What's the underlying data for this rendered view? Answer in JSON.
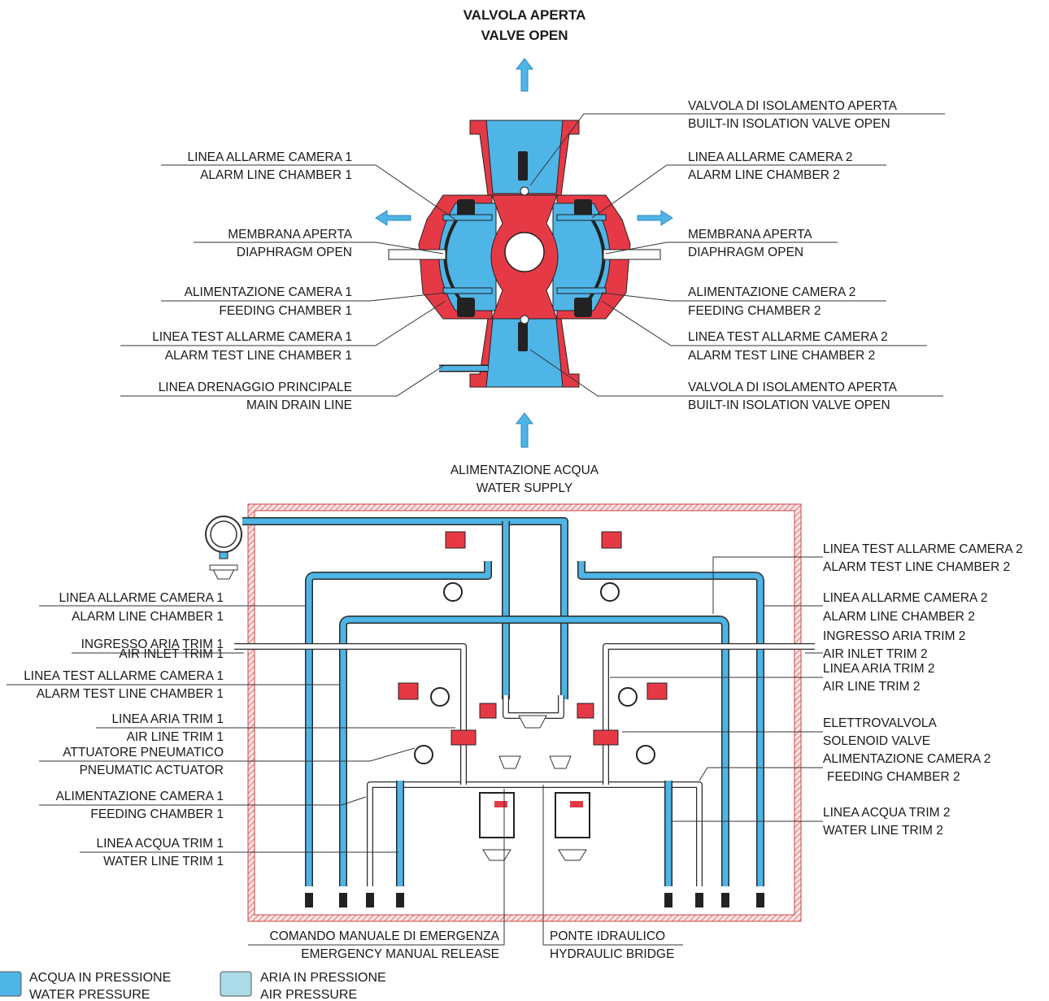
{
  "title": {
    "line1": "VALVOLA APERTA",
    "line2": "VALVE OPEN"
  },
  "supply": {
    "line1": "ALIMENTAZIONE ACQUA",
    "line2": "WATER SUPPLY"
  },
  "valve_labels": {
    "left": [
      {
        "it": "LINEA ALLARME CAMERA 1",
        "en": "ALARM LINE CHAMBER 1"
      },
      {
        "it": "MEMBRANA APERTA",
        "en": "DIAPHRAGM OPEN"
      },
      {
        "it": "ALIMENTAZIONE CAMERA 1",
        "en": "FEEDING CHAMBER 1"
      },
      {
        "it": "LINEA TEST ALLARME CAMERA 1",
        "en": "ALARM TEST LINE CHAMBER 1"
      },
      {
        "it": "LINEA DRENAGGIO PRINCIPALE",
        "en": "MAIN DRAIN LINE"
      }
    ],
    "right": [
      {
        "it": "VALVOLA DI ISOLAMENTO APERTA",
        "en": "BUILT-IN ISOLATION VALVE OPEN"
      },
      {
        "it": "LINEA ALLARME CAMERA 2",
        "en": "ALARM LINE CHAMBER 2"
      },
      {
        "it": "MEMBRANA APERTA",
        "en": "DIAPHRAGM OPEN"
      },
      {
        "it": "ALIMENTAZIONE CAMERA 2",
        "en": "FEEDING CHAMBER 2"
      },
      {
        "it": "LINEA TEST ALLARME CAMERA 2",
        "en": "ALARM TEST LINE CHAMBER 2"
      },
      {
        "it": "VALVOLA DI ISOLAMENTO APERTA",
        "en": "BUILT-IN ISOLATION VALVE OPEN"
      }
    ]
  },
  "trim_labels": {
    "left": [
      {
        "it": "LINEA ALLARME CAMERA 1",
        "en": "ALARM LINE CHAMBER 1"
      },
      {
        "it": "INGRESSO ARIA TRIM 1",
        "en": "AIR INLET TRIM 1"
      },
      {
        "it": "LINEA TEST ALLARME CAMERA 1",
        "en": "ALARM TEST LINE CHAMBER 1"
      },
      {
        "it": "LINEA ARIA TRIM 1",
        "en": "AIR LINE TRIM 1"
      },
      {
        "it": "ATTUATORE PNEUMATICO",
        "en": "PNEUMATIC ACTUATOR"
      },
      {
        "it": "ALIMENTAZIONE CAMERA 1",
        "en": "FEEDING CHAMBER 1"
      },
      {
        "it": "LINEA ACQUA TRIM 1",
        "en": "WATER LINE TRIM 1"
      }
    ],
    "right": [
      {
        "it": "LINEA TEST ALLARME CAMERA 2",
        "en": "ALARM TEST LINE CHAMBER 2"
      },
      {
        "it": "LINEA ALLARME CAMERA 2",
        "en": "ALARM LINE CHAMBER 2"
      },
      {
        "it": "INGRESSO ARIA TRIM 2",
        "en": "AIR INLET TRIM 2"
      },
      {
        "it": "LINEA ARIA TRIM 2",
        "en": "AIR LINE TRIM 2"
      },
      {
        "it": "ELETTROVALVOLA",
        "en": "SOLENOID VALVE"
      },
      {
        "it": "ALIMENTAZIONE CAMERA 2",
        "en": "FEEDING CHAMBER 2"
      },
      {
        "it": "LINEA ACQUA TRIM 2",
        "en": "WATER LINE TRIM 2"
      }
    ],
    "bottom": [
      {
        "it": "COMANDO MANUALE DI EMERGENZA",
        "en": "EMERGENCY MANUAL RELEASE"
      },
      {
        "it": "PONTE IDRAULICO",
        "en": "HYDRAULIC BRIDGE"
      }
    ]
  },
  "legend": [
    {
      "it": "ACQUA IN PRESSIONE",
      "en": "WATER PRESSURE",
      "color": "#4fb4e6"
    },
    {
      "it": "ARIA IN PRESSIONE",
      "en": "AIR PRESSURE",
      "color": "#a9dbe8"
    }
  ],
  "colors": {
    "water": "#4fb4e6",
    "air": "#a9dbe8",
    "body": "#e63946",
    "frame": "#e07070"
  }
}
